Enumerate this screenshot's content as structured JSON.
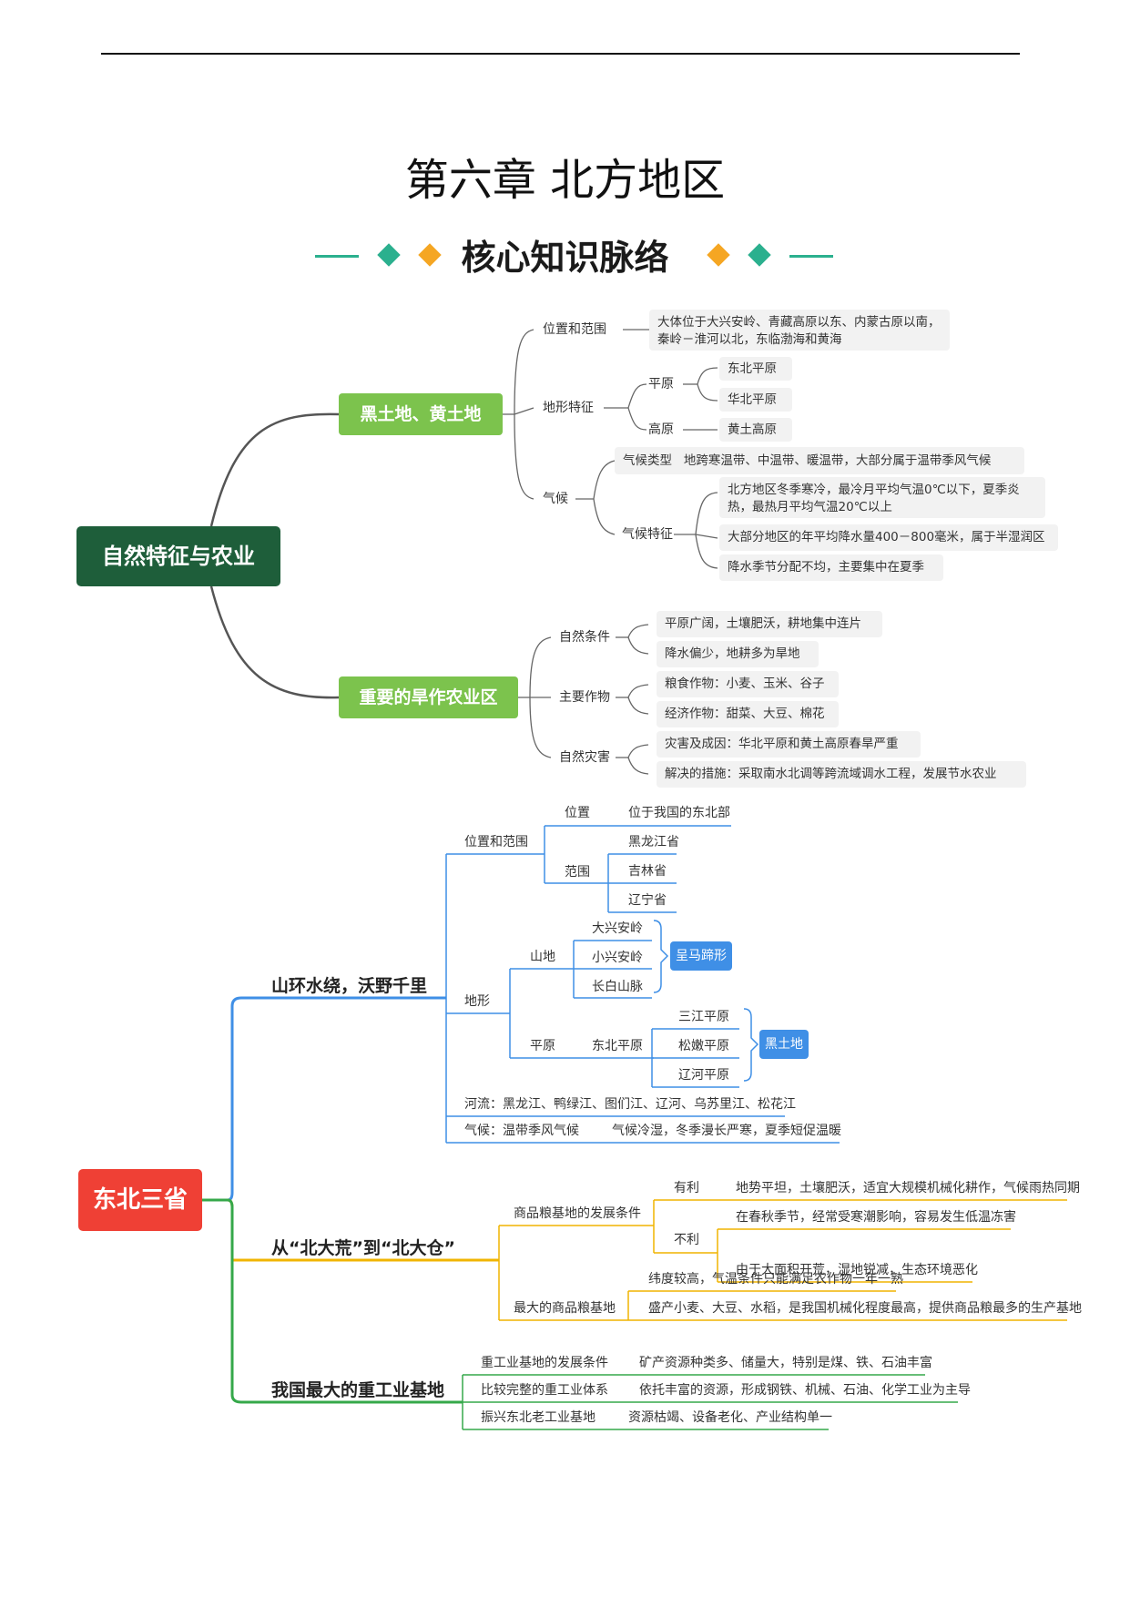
{
  "title": "第六章 北方地区",
  "subtitle": "核心知识脉络",
  "colors": {
    "green_dark": "#1e5e3a",
    "green_light": "#7cc34d",
    "red": "#ef4035",
    "blue": "#3f8fe6",
    "orange": "#f0b400",
    "green": "#35a84a"
  },
  "map1": {
    "root": "自然特征与农业",
    "branch1": {
      "label": "黑土地、黄土地",
      "location": {
        "label": "位置和范围",
        "text": "大体位于大兴安岭、青藏高原以东、内蒙古原以南，秦岭－淮河以北，东临渤海和黄海"
      },
      "terrain": {
        "label": "地形特征",
        "plain": "平原",
        "plains": [
          "东北平原",
          "华北平原"
        ],
        "plateau": "高原",
        "plateau_item": "黄土高原"
      },
      "climate": {
        "label": "气候",
        "type_label": "气候类型",
        "type_text": "地跨寒温带、中温带、暖温带，大部分属于温带季风气候",
        "feature_label": "气候特征",
        "features": [
          "北方地区冬季寒冷，最冷月平均气温0℃以下，夏季炎热，最热月平均气温20℃以上",
          "大部分地区的年平均降水量400－800毫米，属于半湿润区",
          "降水季节分配不均，主要集中在夏季"
        ]
      }
    },
    "branch2": {
      "label": "重要的旱作农业区",
      "natural": {
        "label": "自然条件",
        "items": [
          "平原广阔，土壤肥沃，耕地集中连片",
          "降水偏少，地耕多为旱地"
        ]
      },
      "crops": {
        "label": "主要作物",
        "items": [
          "粮食作物：小麦、玉米、谷子",
          "经济作物：甜菜、大豆、棉花"
        ]
      },
      "disaster": {
        "label": "自然灾害",
        "items": [
          "灾害及成因：华北平原和黄土高原春旱严重",
          "解决的措施：采取南水北调等跨流域调水工程，发展节水农业"
        ]
      }
    }
  },
  "map2": {
    "root": "东北三省",
    "topic1": {
      "label": "山环水绕，沃野千里",
      "loc_label": "位置和范围",
      "position_label": "位置",
      "position_text": "位于我国的东北部",
      "range_label": "范围",
      "provinces": [
        "黑龙江省",
        "吉林省",
        "辽宁省"
      ],
      "terrain_label": "地形",
      "mountain_label": "山地",
      "mountains": [
        "大兴安岭",
        "小兴安岭",
        "长白山脉"
      ],
      "mountain_shape": "呈马蹄形",
      "plain_label": "平原",
      "ne_plain": "东北平原",
      "plains": [
        "三江平原",
        "松嫩平原",
        "辽河平原"
      ],
      "black_soil": "黑土地",
      "rivers": "河流：黑龙江、鸭绿江、图们江、辽河、乌苏里江、松花江",
      "climate": "气候：温带季风气候",
      "climate_desc": "气候冷湿，冬季漫长严寒，夏季短促温暖"
    },
    "topic2": {
      "label": "从“北大荒”到“北大仓”",
      "conditions_label": "商品粮基地的发展条件",
      "fav_label": "有利",
      "fav_text": "地势平坦，土壤肥沃，适宜大规模机械化耕作，气候雨热同期",
      "unfav_label": "不利",
      "unfav": [
        "在春秋季节，经常受寒潮影响，容易发生低温冻害",
        "由于大面积开荒，湿地锐减，生态环境恶化"
      ],
      "base_label": "最大的商品粮基地",
      "base": [
        "纬度较高，气温条件只能满足农作物一年一熟",
        "盛产小麦、大豆、水稻，是我国机械化程度最高，提供商品粮最多的生产基地"
      ]
    },
    "topic3": {
      "label": "我国最大的重工业基地",
      "rows": [
        {
          "k": "重工业基地的发展条件",
          "v": "矿产资源种类多、储量大，特别是煤、铁、石油丰富"
        },
        {
          "k": "比较完整的重工业体系",
          "v": "依托丰富的资源，形成钢铁、机械、石油、化学工业为主导"
        },
        {
          "k": "振兴东北老工业基地",
          "v": "资源枯竭、设备老化、产业结构单一"
        }
      ]
    }
  }
}
